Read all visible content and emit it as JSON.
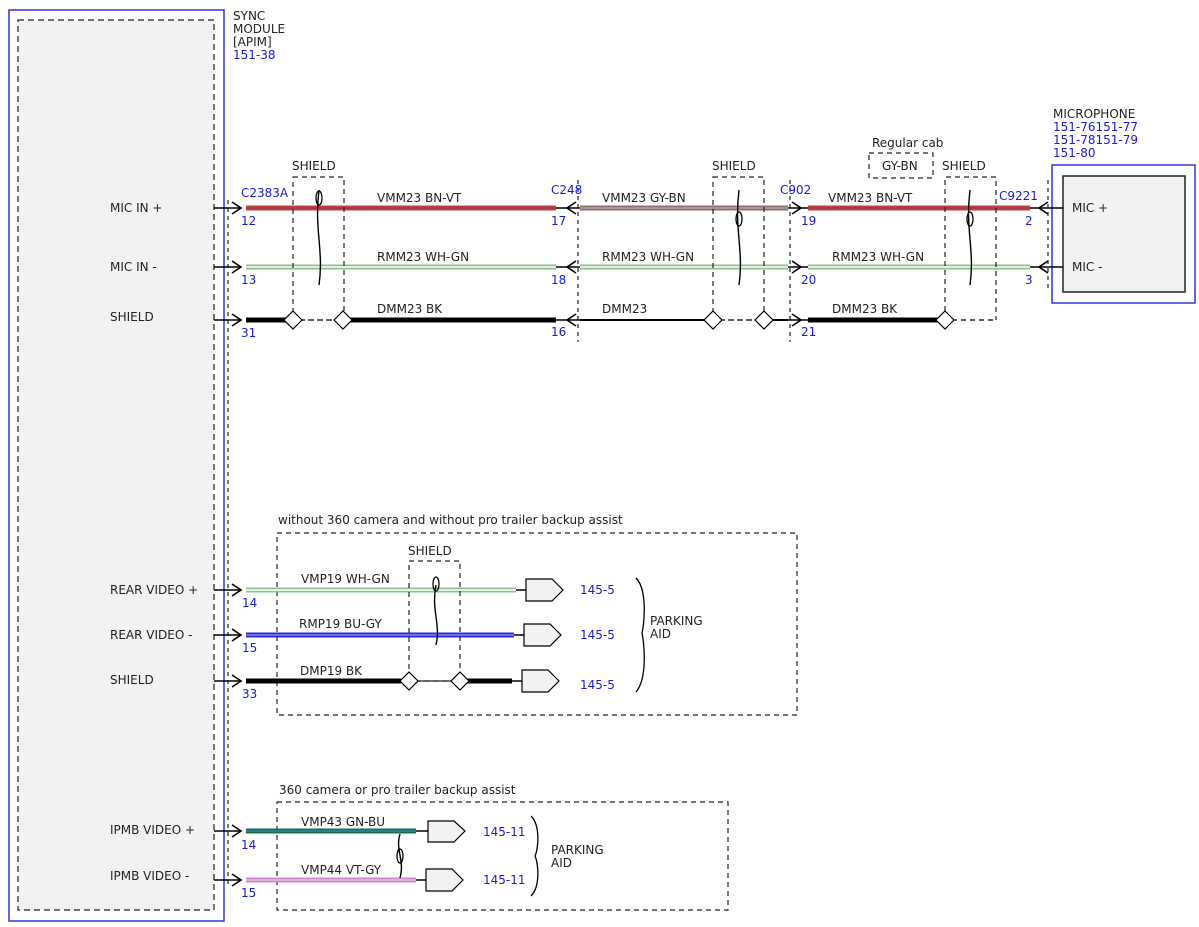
{
  "colors": {
    "module_border": "#3333dd",
    "link_text": "#1a1adc",
    "module_fill": "#f2f2f2",
    "wire_bn_vt": "#c0404a",
    "wire_gy_bn": "#8a7070",
    "wire_wh_gn": "#8fbf8f",
    "wire_bk": "#000000",
    "wire_bu_gy": "#2b2bd6",
    "wire_gn_bu": "#1d6b5a",
    "wire_vt_gy": "#cc88cc"
  },
  "sync_module": {
    "title_lines": [
      "SYNC",
      "MODULE",
      "[APIM]"
    ],
    "ref": "151-38"
  },
  "microphone": {
    "title": "MICROPHONE",
    "refs": [
      "151-76151-77",
      "151-78151-79",
      "151-80"
    ],
    "pin_labels": [
      "MIC +",
      "MIC -"
    ]
  },
  "connectors": {
    "c2383a": "C2383A",
    "c248": "C248",
    "c902": "C902",
    "c9221": "C9221"
  },
  "signals": {
    "mic_in_plus": "MIC IN +",
    "mic_in_minus": "MIC IN -",
    "shield_top": "SHIELD",
    "rear_video_plus": "REAR VIDEO +",
    "rear_video_minus": "REAR VIDEO -",
    "shield_mid": "SHIELD",
    "ipmb_video_plus": "IPMB VIDEO +",
    "ipmb_video_minus": "IPMB VIDEO -"
  },
  "pins": {
    "m_12": "12",
    "m_13": "13",
    "m_31": "31",
    "m_17": "17",
    "m_18": "18",
    "m_16": "16",
    "m_19": "19",
    "m_20": "20",
    "m_21": "21",
    "m_2": "2",
    "m_3": "3",
    "r_14": "14",
    "r_15": "15",
    "r_33": "33",
    "i_14": "14",
    "i_15": "15"
  },
  "wires": {
    "seg1_plus": "VMM23   BN-VT",
    "seg1_minus": "RMM23   WH-GN",
    "seg1_drain": "DMM23   BK",
    "seg2_plus": "VMM23   GY-BN",
    "seg2_minus": "RMM23   WH-GN",
    "seg2_drain": "DMM23",
    "seg3_plus": "VMM23   BN-VT",
    "seg3_minus": "RMM23   WH-GN",
    "seg3_drain": "DMM23   BK",
    "rear_plus": "VMP19   WH-GN",
    "rear_minus": "RMP19   BU-GY",
    "rear_drain": "DMP19   BK",
    "ipmb_plus": "VMP43   GN-BU",
    "ipmb_minus": "VMP44   VT-GY"
  },
  "shields": {
    "s1": "SHIELD",
    "s2": "SHIELD",
    "s3": "SHIELD",
    "s4": "SHIELD"
  },
  "regular_cab": {
    "label": "Regular cab",
    "color": "GY-BN"
  },
  "rear_group": {
    "caption": "without 360 camera and without pro trailer backup assist",
    "refs": [
      "145-5",
      "145-5",
      "145-5"
    ],
    "dest_lines": [
      "PARKING",
      "AID"
    ]
  },
  "ipmb_group": {
    "caption": "360 camera or pro trailer backup assist",
    "refs": [
      "145-11",
      "145-11"
    ],
    "dest_lines": [
      "PARKING",
      "AID"
    ]
  }
}
